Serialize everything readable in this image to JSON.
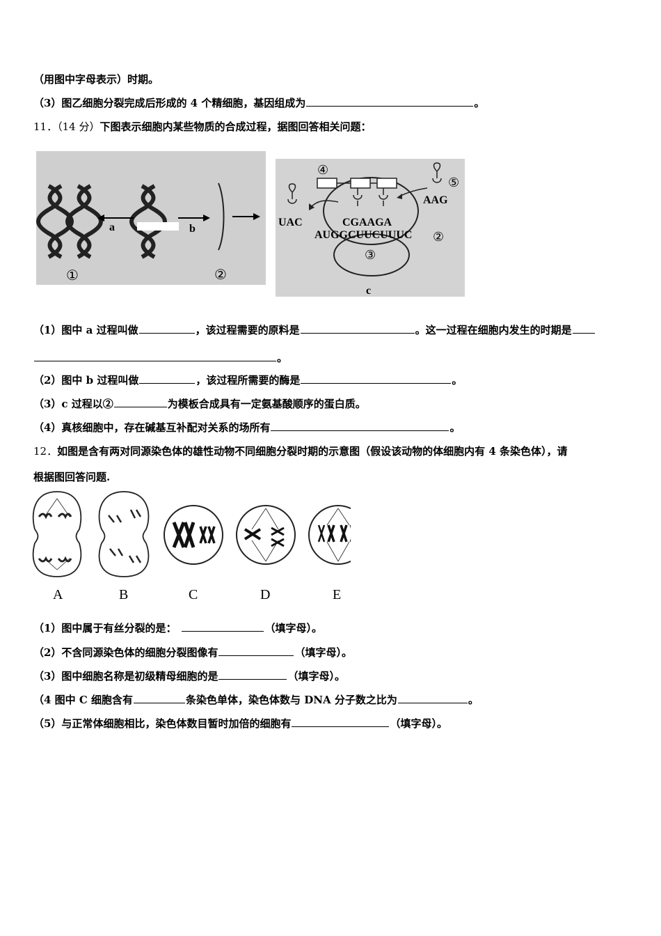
{
  "top": {
    "line1": "（用图中字母表示）时期。",
    "line2_pre": "（3）图乙细胞分裂完成后形成的 4 个精细胞，基因组成为",
    "line2_post": "。"
  },
  "q11": {
    "title_num": "11．（14 分）",
    "title_text": "下图表示细胞内某些物质的合成过程，据图回答相关问题：",
    "figure": {
      "label_a": "a",
      "label_b": "b",
      "circle1": "①",
      "circle2": "②",
      "circle2b": "②",
      "circle3": "③",
      "circle4": "④",
      "circle5": "⑤",
      "uac": "UAC",
      "aag": "AAG",
      "cgaaga": "CGAAGA",
      "mrna": "AUGGCUUCUUUC",
      "label_c": "c"
    },
    "p1_pre": "（1）图中 a 过程叫做",
    "p1_mid": "，该过程需要的原料是",
    "p1_post": "。这一过程在细胞内发生的时期是",
    "p1_end": "。",
    "p2_pre": "（2）图中 b 过程叫做",
    "p2_mid": "，该过程所需要的酶是",
    "p2_end": "。",
    "p3_pre": "（3）c 过程以②",
    "p3_post": "为模板合成具有一定氨基酸顺序的蛋白质。",
    "p4_pre": "（4）真核细胞中，存在碱基互补配对关系的场所有",
    "p4_end": "。"
  },
  "q12": {
    "title_num": "12．",
    "title_text": "如图是含有两对同源染色体的雄性动物不同细胞分裂时期的示意图（假设该动物的体细胞内有 4 条染色体），请",
    "title_text2": "根据图回答问题.",
    "cells": [
      "A",
      "B",
      "C",
      "D",
      "E"
    ],
    "p1_pre": "（1）图中属于有丝分裂的是：",
    "p1_post": "（填字母）。",
    "p2_pre": "（2）不含同源染色体的细胞分裂图像有",
    "p2_post": "（填字母）。",
    "p3_pre": "（3）图中细胞名称是初级精母细胞的是",
    "p3_post": "（填字母）。",
    "p4_pre": "（4 图中 C 细胞含有",
    "p4_mid": "条染色单体，染色体数与 DNA 分子数之比为",
    "p4_end": "。",
    "p5_pre": "（5）与正常体细胞相比，染色体数目暂时加倍的细胞有",
    "p5_post": "（填字母）。"
  }
}
